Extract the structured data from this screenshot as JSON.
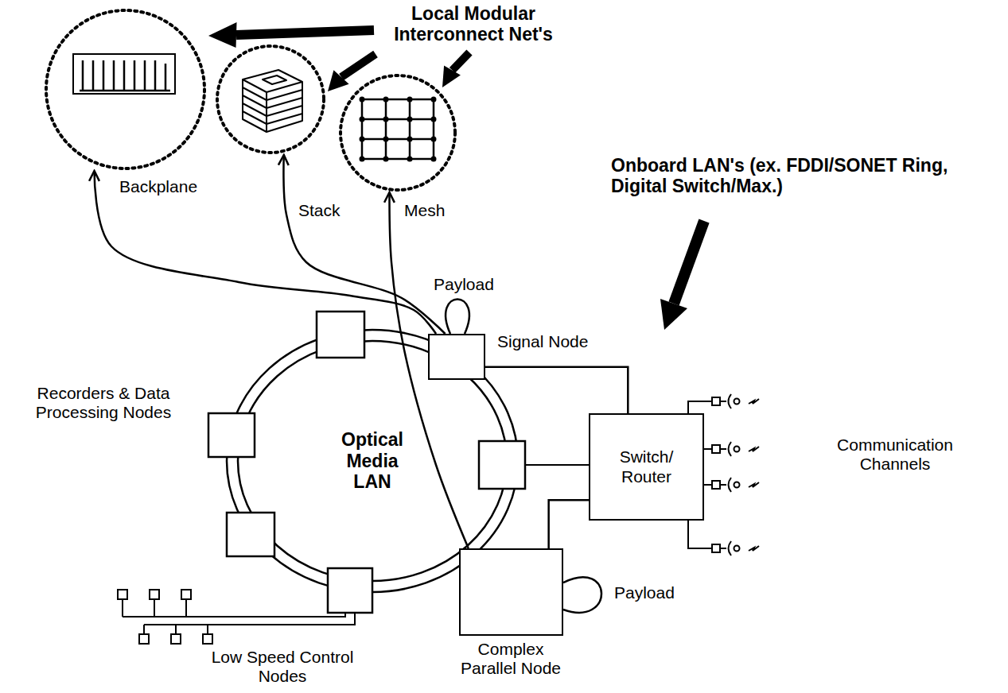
{
  "diagram": {
    "nodes": [
      {
        "text": [
          "Backplane"
        ]
      },
      {
        "text": [
          "Stack"
        ]
      },
      {
        "text": [
          "Mesh"
        ]
      },
      {
        "text": [
          "Signal Node"
        ]
      },
      {
        "text": [
          "Optical Media LAN"
        ]
      },
      {
        "text": [
          "Switch/ Router"
        ]
      },
      {
        "text": [
          "Complex Parallel Node"
        ]
      }
    ],
    "edges": [
      {
        "from": 3,
        "to": 0,
        "arrow": "to"
      },
      {
        "from": 3,
        "to": 1,
        "arrow": "to"
      },
      {
        "from": 6,
        "to": 2,
        "arrow": "to"
      },
      {
        "from": 3,
        "to": 5,
        "arrow": "none"
      },
      {
        "from": 6,
        "to": 5,
        "arrow": "none"
      }
    ],
    "labels": [
      "Local Modular Interconnect Net's",
      "Onboard LAN's (ex. FDDI/SONET Ring, Digital Switch/Max.)",
      "Payload",
      "Recorders & Data Processing Nodes",
      "Payload",
      "Communication Channels",
      "Low Speed Control Nodes"
    ]
  }
}
